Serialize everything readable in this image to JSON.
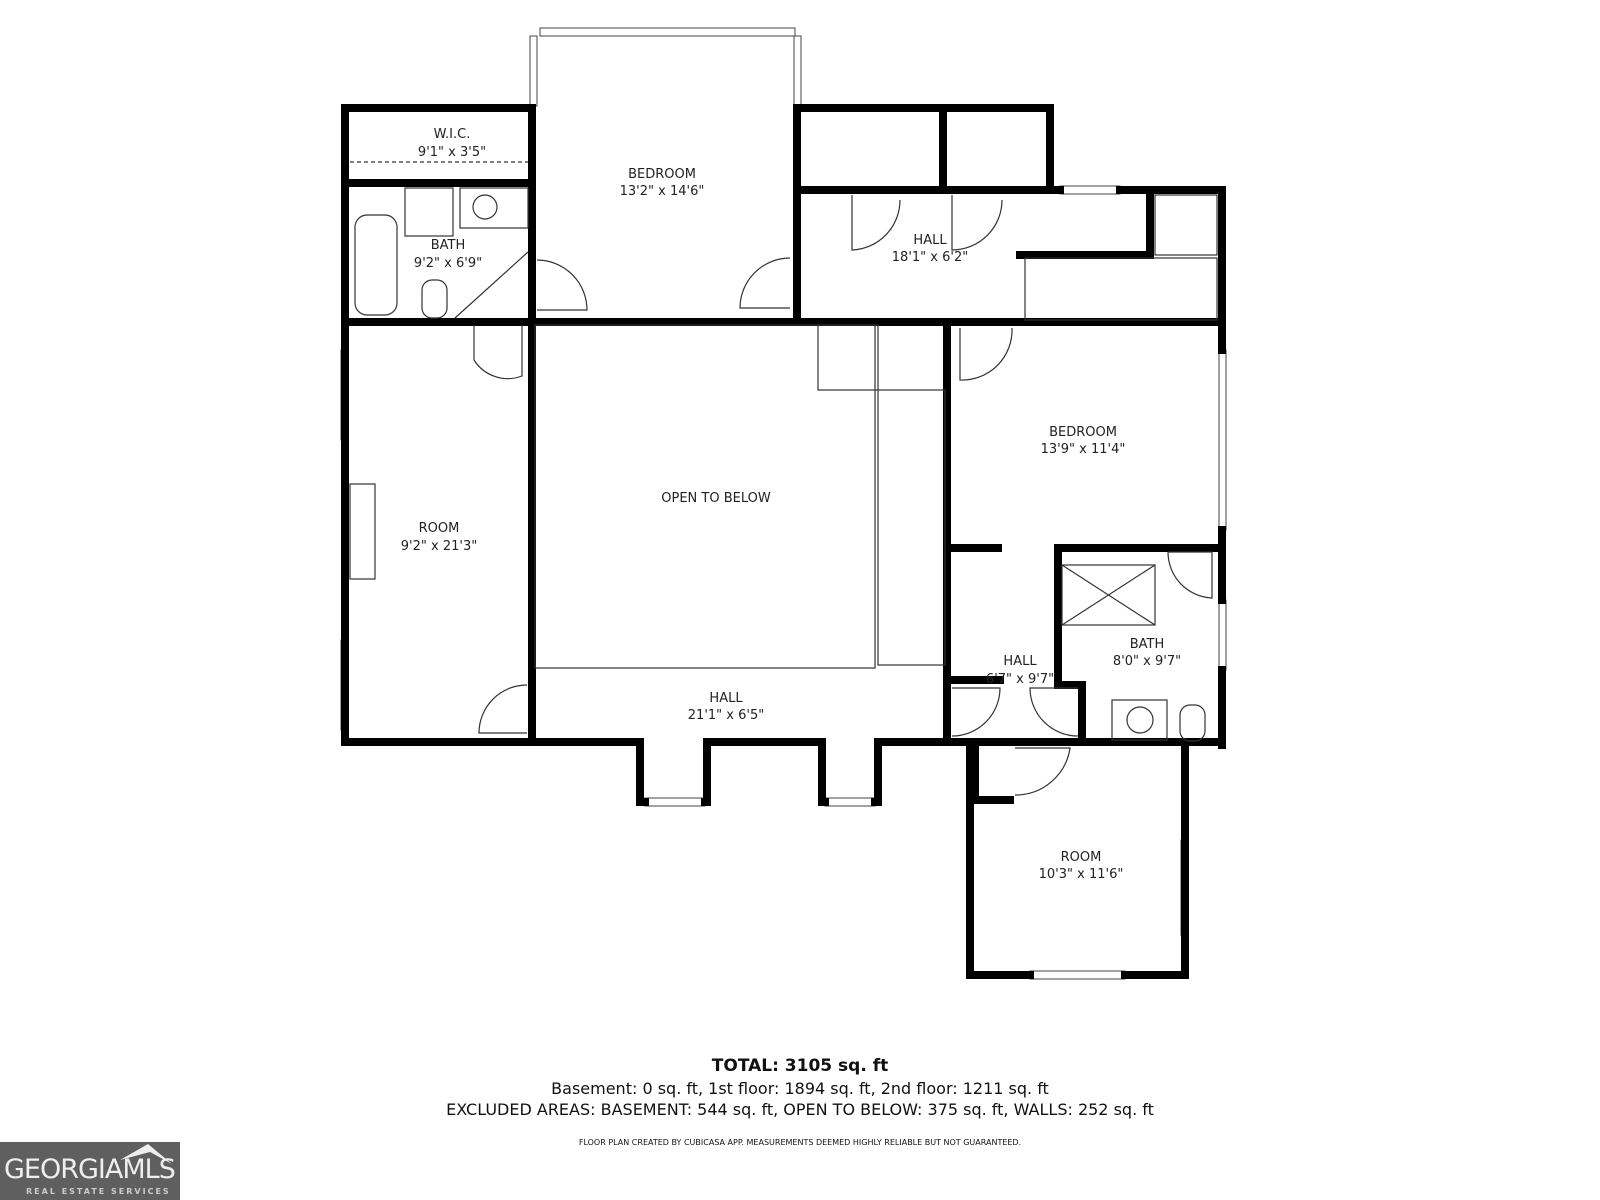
{
  "rooms": {
    "wic": {
      "name": "W.I.C.",
      "size": "9'1\" x 3'5\""
    },
    "bedroom_top": {
      "name": "BEDROOM",
      "size": "13'2\" x 14'6\""
    },
    "bath_left": {
      "name": "BATH",
      "size": "9'2\" x 6'9\""
    },
    "hall_top": {
      "name": "HALL",
      "size": "18'1\" x 6'2\""
    },
    "bedroom_right": {
      "name": "BEDROOM",
      "size": "13'9\" x 11'4\""
    },
    "open_to_below": {
      "name": "OPEN TO BELOW"
    },
    "room_left": {
      "name": "ROOM",
      "size": "9'2\" x 21'3\""
    },
    "hall_bottom": {
      "name": "HALL",
      "size": "21'1\" x 6'5\""
    },
    "hall_small": {
      "name": "HALL",
      "size": "6'7\" x 9'7\""
    },
    "bath_right": {
      "name": "BATH",
      "size": "8'0\" x 9'7\""
    },
    "room_bottom": {
      "name": "ROOM",
      "size": "10'3\" x 11'6\""
    }
  },
  "summary": {
    "total": "TOTAL: 3105 sq. ft",
    "floors": "Basement: 0 sq. ft, 1st floor: 1894 sq. ft, 2nd floor: 1211 sq. ft",
    "excluded": "EXCLUDED AREAS: BASEMENT: 544 sq. ft, OPEN TO BELOW: 375 sq. ft, WALLS: 252 sq. ft",
    "disclaimer": "FLOOR PLAN CREATED BY CUBICASA APP. MEASUREMENTS DEEMED HIGHLY RELIABLE BUT NOT GUARANTEED."
  },
  "logo": {
    "main": "GEORGIAMLS",
    "sub": "REAL ESTATE SERVICES"
  }
}
